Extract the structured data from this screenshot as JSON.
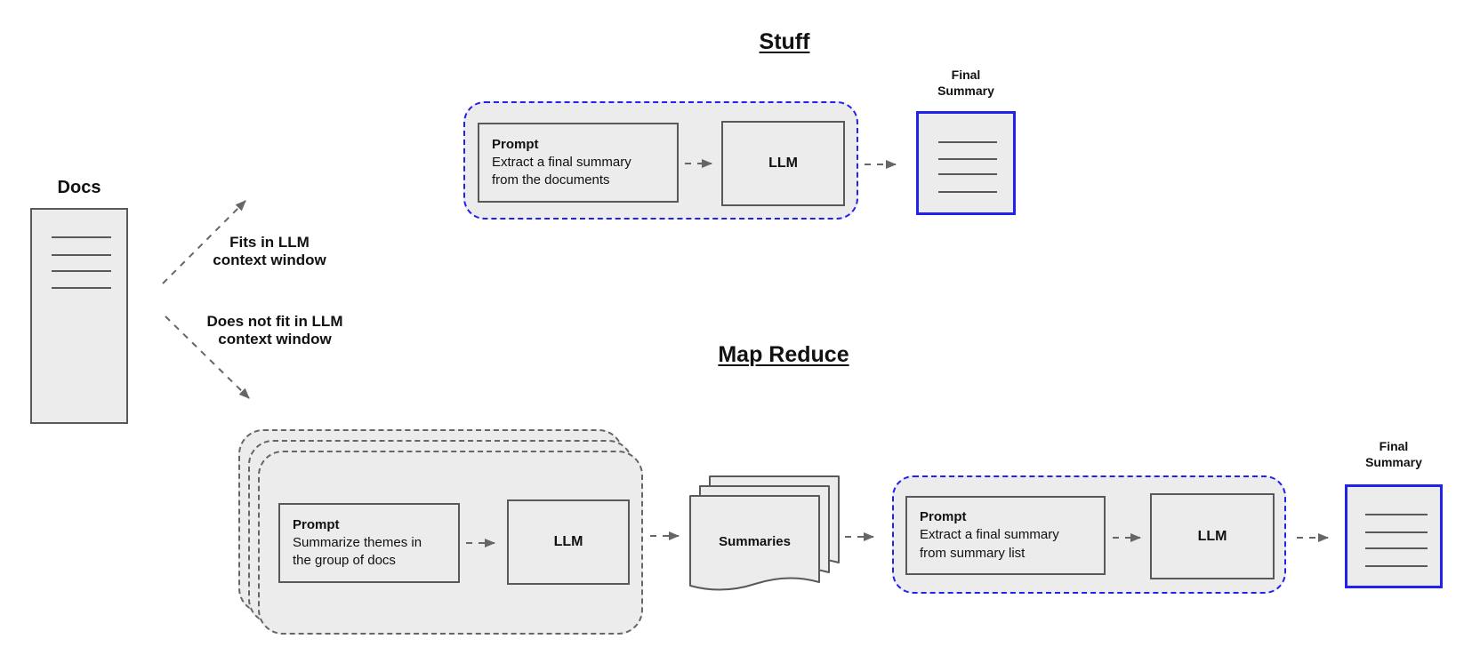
{
  "colors": {
    "bg": "#ffffff",
    "fill": "#ececec",
    "border": "#595959",
    "arrow": "#666666",
    "blue": "#2222ee",
    "text": "#111111"
  },
  "docs": {
    "label": "Docs"
  },
  "branches": {
    "fits_label": "Fits in LLM\ncontext window",
    "does_not_fit_label": "Does not fit in LLM\ncontext window"
  },
  "stuff": {
    "title": "Stuff",
    "prompt": {
      "title": "Prompt",
      "body": "Extract a final summary\nfrom the documents"
    },
    "llm_label": "LLM",
    "final_summary_label": "Final\nSummary"
  },
  "map_reduce": {
    "title": "Map Reduce",
    "map_prompt": {
      "title": "Prompt",
      "body": "Summarize themes in\nthe group of docs"
    },
    "map_llm_label": "LLM",
    "summaries_label": "Summaries",
    "reduce_prompt": {
      "title": "Prompt",
      "body": "Extract a final summary\nfrom summary list"
    },
    "reduce_llm_label": "LLM",
    "final_summary_label": "Final\nSummary"
  }
}
